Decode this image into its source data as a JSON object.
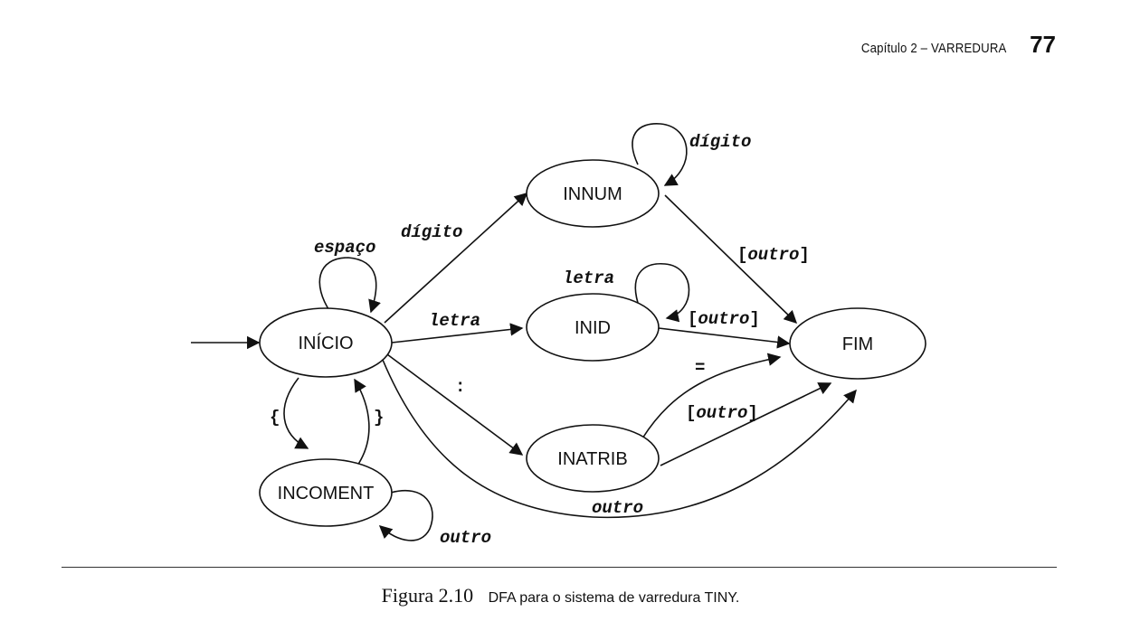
{
  "header": {
    "chapter": "Capítulo 2 – VARREDURA",
    "page_number": "77"
  },
  "states": {
    "inicio": "INÍCIO",
    "innum": "INNUM",
    "inid": "INID",
    "inatrib": "INATRIB",
    "incoment": "INCOMENT",
    "fim": "FIM"
  },
  "edges": {
    "inicio_self": "espaço",
    "inicio_innum": "dígito",
    "innum_self": "dígito",
    "innum_fim": "outro",
    "inicio_inid": "letra",
    "inid_self": "letra",
    "inid_fim": "outro",
    "inicio_inatrib": ":",
    "inatrib_fim_eq": "=",
    "inatrib_fim_other": "outro",
    "inicio_fim": "outro",
    "inicio_incoment": "{",
    "incoment_inicio": "}",
    "incoment_self": "outro"
  },
  "caption": {
    "number": "Figura 2.10",
    "text": "DFA para o sistema de varredura TINY."
  }
}
